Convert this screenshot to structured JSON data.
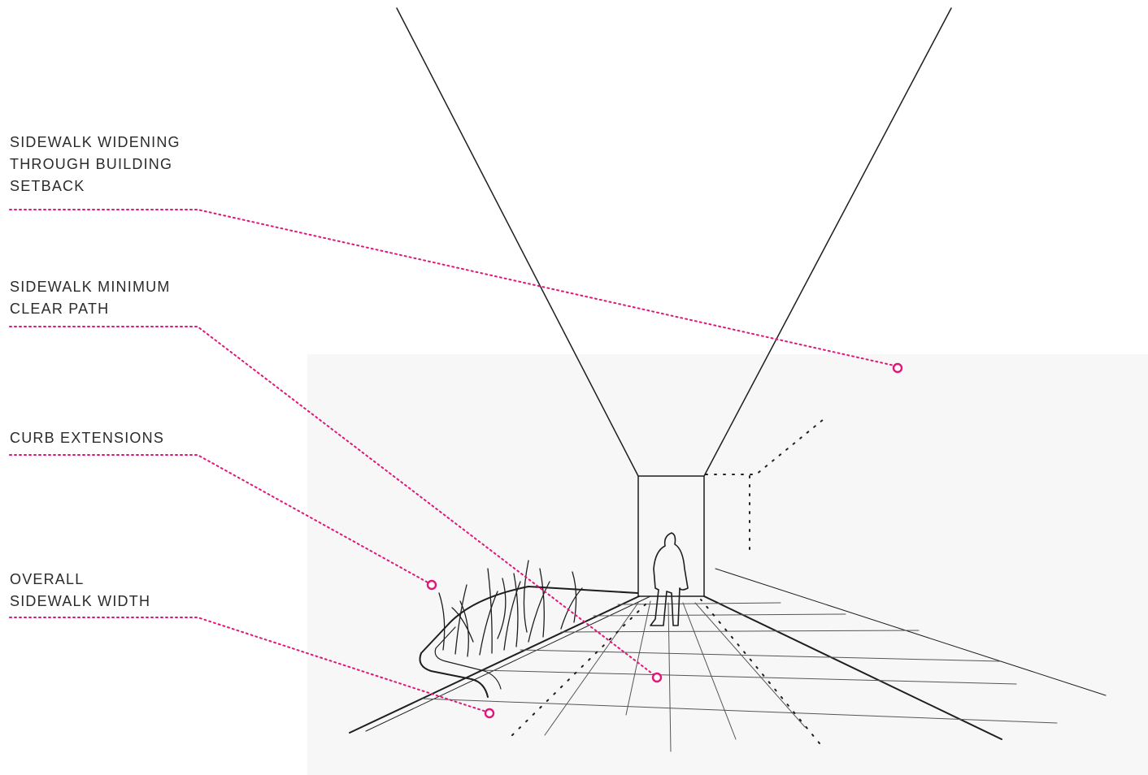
{
  "accent_color": "#e0177a",
  "sketch_color": "#1e1e1e",
  "callouts": [
    {
      "id": "sidewalk-widening",
      "lines": [
        "SIDEWALK WIDENING",
        "THROUGH BUILDING",
        "SETBACK"
      ]
    },
    {
      "id": "minimum-clear-path",
      "lines": [
        "SIDEWALK MINIMUM",
        "CLEAR PATH"
      ]
    },
    {
      "id": "curb-extensions",
      "lines": [
        "CURB EXTENSIONS"
      ]
    },
    {
      "id": "overall-width",
      "lines": [
        "OVERALL",
        "SIDEWALK WIDTH"
      ]
    }
  ]
}
